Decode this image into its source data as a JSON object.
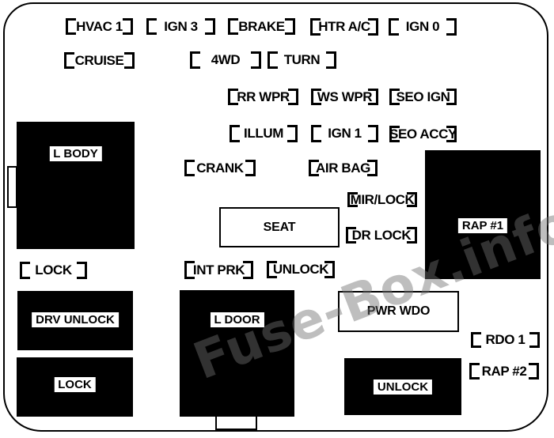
{
  "watermark": {
    "text": "Fuse-Box.info"
  },
  "colors": {
    "line": "#000000",
    "module_fill": "#000000",
    "background": "#ffffff",
    "watermark_gray": "#6e6e6e"
  },
  "fuses": [
    {
      "id": "hvac-1",
      "label": "HVAC 1"
    },
    {
      "id": "ign-3",
      "label": "IGN 3"
    },
    {
      "id": "brake",
      "label": "BRAKE"
    },
    {
      "id": "htr-ac",
      "label": "HTR A/C"
    },
    {
      "id": "ign-0",
      "label": "IGN 0"
    },
    {
      "id": "cruise",
      "label": "CRUISE"
    },
    {
      "id": "4wd",
      "label": "4WD"
    },
    {
      "id": "turn",
      "label": "TURN"
    },
    {
      "id": "rr-wpr",
      "label": "RR WPR"
    },
    {
      "id": "ws-wpr",
      "label": "WS WPR"
    },
    {
      "id": "seo-ign",
      "label": "SEO IGN"
    },
    {
      "id": "illum",
      "label": "ILLUM"
    },
    {
      "id": "ign-1",
      "label": "IGN 1"
    },
    {
      "id": "seo-accy",
      "label": "SEO ACCY"
    },
    {
      "id": "crank",
      "label": "CRANK"
    },
    {
      "id": "air-bag",
      "label": "AIR BAG"
    },
    {
      "id": "mir-lock",
      "label": "MIR/LOCK"
    },
    {
      "id": "dr-lock",
      "label": "DR LOCK"
    },
    {
      "id": "lock",
      "label": "LOCK"
    },
    {
      "id": "int-prk",
      "label": "INT PRK"
    },
    {
      "id": "unlock",
      "label": "UNLOCK"
    },
    {
      "id": "rdo-1",
      "label": "RDO 1"
    },
    {
      "id": "rap-2",
      "label": "RAP #2"
    }
  ],
  "relays": [
    {
      "id": "seat",
      "label": "SEAT"
    },
    {
      "id": "pwr-wdo",
      "label": "PWR WDO"
    }
  ],
  "modules": [
    {
      "id": "l-body",
      "label": "L BODY"
    },
    {
      "id": "rap-1",
      "label": "RAP #1"
    },
    {
      "id": "drv-unlock",
      "label": "DRV UNLOCK"
    },
    {
      "id": "lock-box",
      "label": "LOCK"
    },
    {
      "id": "l-door",
      "label": "L DOOR"
    },
    {
      "id": "unlock-box",
      "label": "UNLOCK"
    }
  ]
}
